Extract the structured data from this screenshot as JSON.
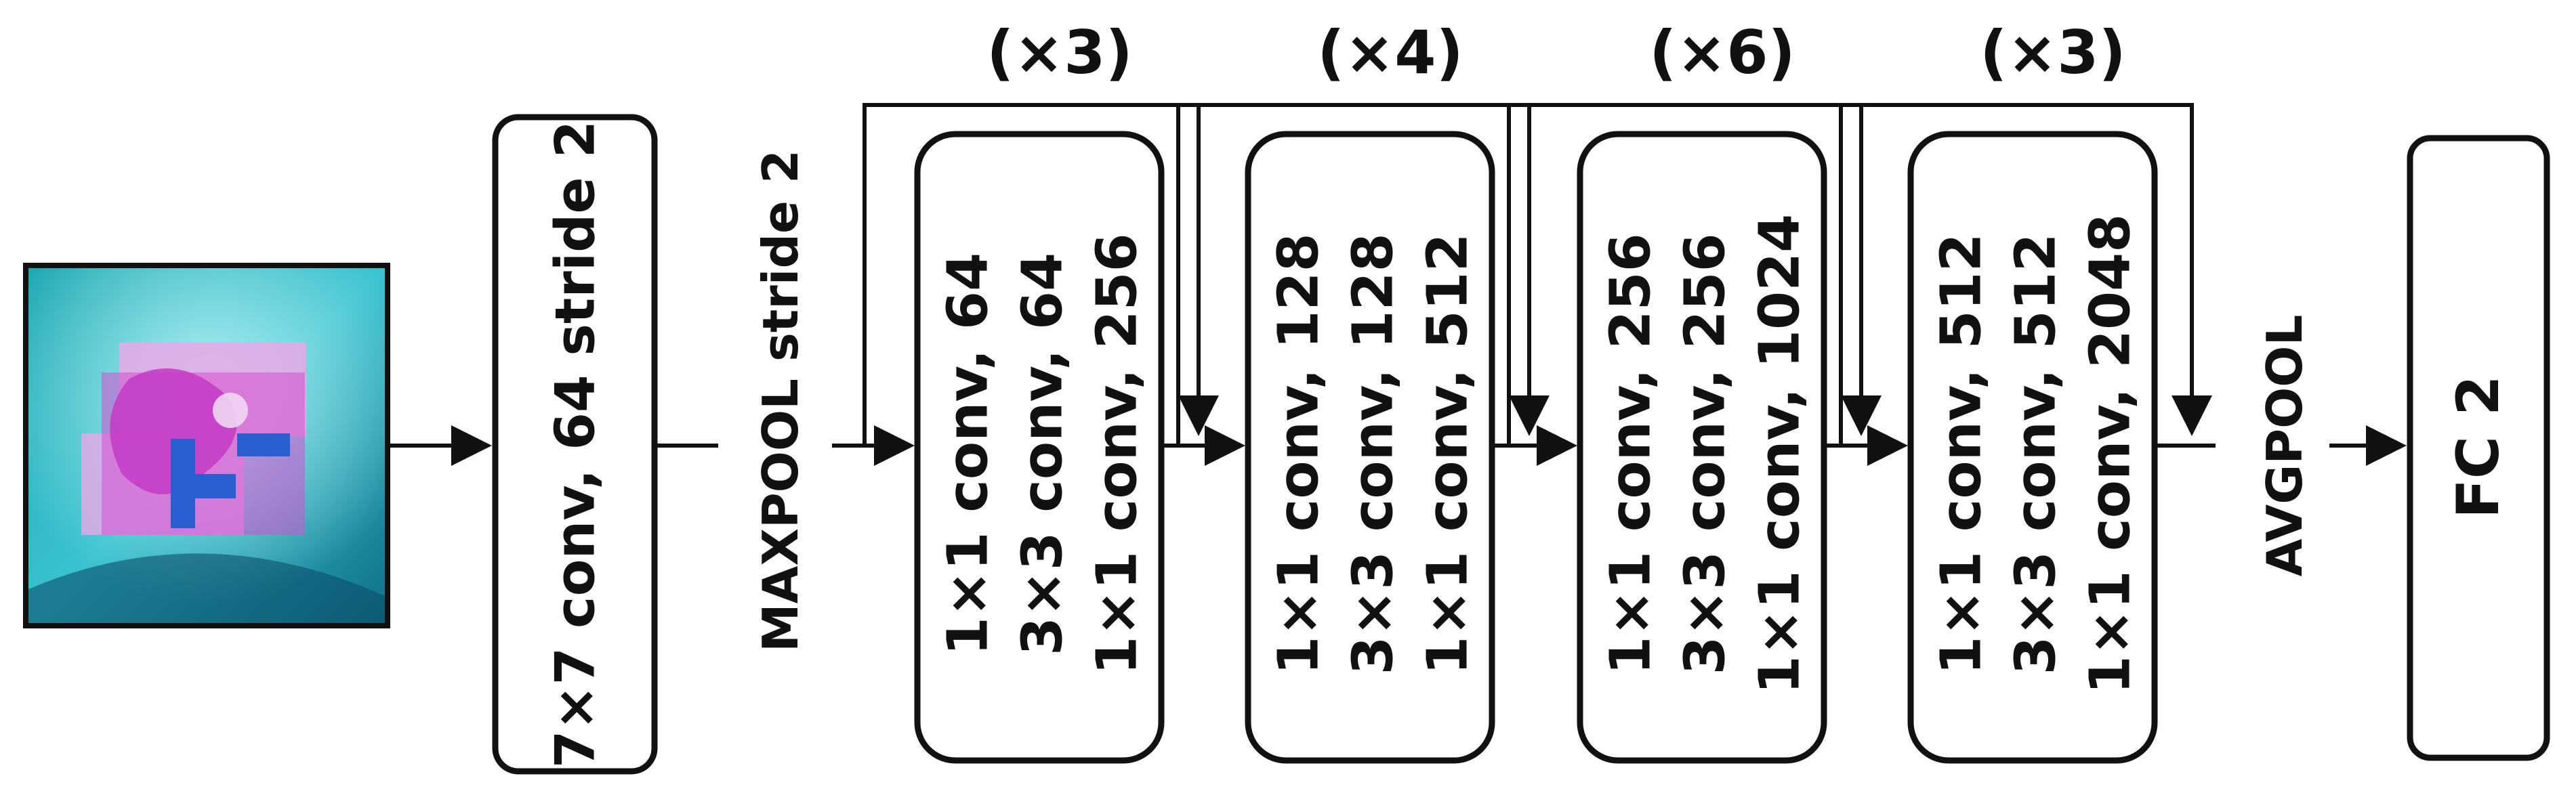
{
  "input_image": {
    "name": "input-image"
  },
  "stem": {
    "conv": "7×7 conv, 64 stride 2",
    "pool": "MAXPOOL stride 2"
  },
  "stages": [
    {
      "repeat": "(×3)",
      "lines": [
        "1×1 conv, 64",
        "3×3 conv, 64",
        "1×1 conv, 256"
      ]
    },
    {
      "repeat": "(×4)",
      "lines": [
        "1×1 conv, 128",
        "3×3 conv, 128",
        "1×1 conv, 512"
      ]
    },
    {
      "repeat": "(×6)",
      "lines": [
        "1×1 conv, 256",
        "3×3 conv, 256",
        "1×1 conv, 1024"
      ]
    },
    {
      "repeat": "(×3)",
      "lines": [
        "1×1 conv, 512",
        "3×3 conv, 512",
        "1×1 conv, 2048"
      ]
    }
  ],
  "head": {
    "pool": "AVGPOOL",
    "fc": "FC 2"
  }
}
